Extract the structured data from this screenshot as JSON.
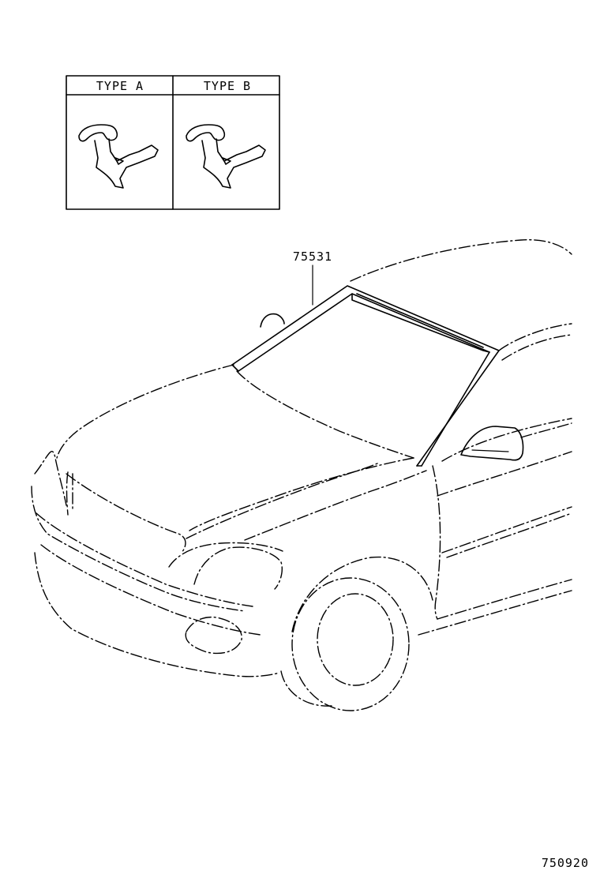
{
  "inset": {
    "type_a_label": "TYPE A",
    "type_b_label": "TYPE B"
  },
  "callout": {
    "part_number": "75531"
  },
  "footer": {
    "diagram_code": "750920"
  }
}
